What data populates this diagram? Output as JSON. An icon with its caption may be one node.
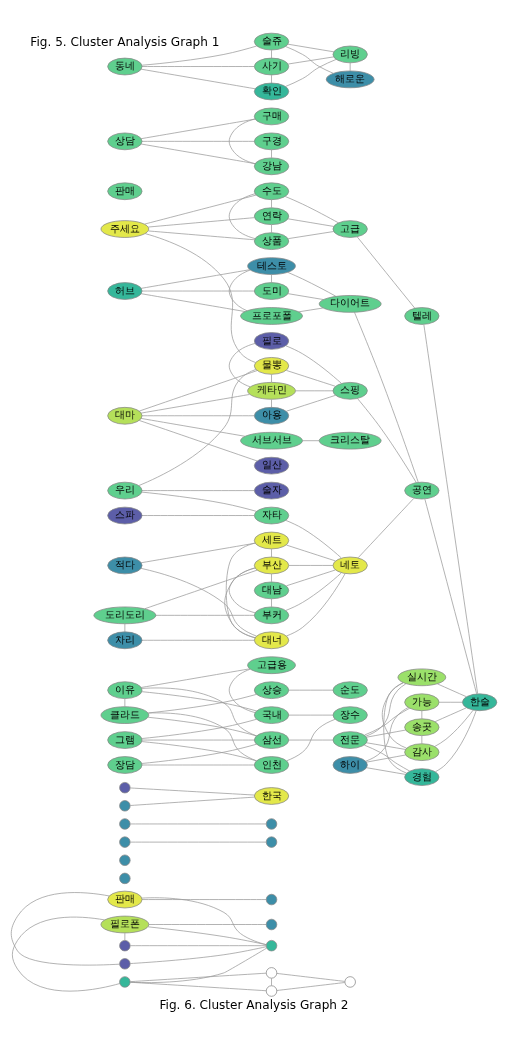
{
  "diagram": {
    "caption": "Fig. 6. Cluster Analysis Graph 2",
    "nodes": [
      {
        "text": [
          "판매"
        ]
      },
      {
        "text": [],
        "shape": "circle"
      },
      {
        "text": [],
        "shape": "circle"
      },
      {
        "text": [],
        "shape": "circle"
      },
      {
        "text": [],
        "shape": "circle"
      },
      {
        "text": [],
        "shape": "circle"
      },
      {
        "text": [],
        "shape": "circle"
      },
      {
        "text": [],
        "shape": "circle"
      },
      {
        "text": [
          "필로폰"
        ]
      },
      {
        "text": [],
        "shape": "circle"
      },
      {
        "text": [],
        "shape": "circle"
      },
      {
        "text": [],
        "shape": "circle"
      },
      {
        "text": [],
        "shape": "circle"
      },
      {
        "text": [],
        "shape": "circle"
      },
      {
        "text": [],
        "shape": "circle"
      },
      {
        "text": [],
        "shape": "circle"
      },
      {
        "text": [],
        "shape": "circle"
      },
      {
        "text": [],
        "shape": "circle"
      },
      {
        "text": [
          "한국"
        ]
      },
      {
        "text": [],
        "shape": "circle"
      },
      {
        "text": [
          "허브"
        ]
      },
      {
        "text": [
          "테스토"
        ]
      },
      {
        "text": [
          "프로포폴"
        ]
      },
      {
        "text": [
          "도미"
        ]
      },
      {
        "text": [
          "다이어트"
        ]
      },
      {
        "text": [
          "판매"
        ]
      },
      {
        "text": [
          "크리스탈"
        ]
      },
      {
        "text": [
          "수도"
        ]
      },
      {
        "text": [
          "연락"
        ]
      },
      {
        "text": [
          "일산"
        ]
      },
      {
        "text": [
          "스파"
        ]
      },
      {
        "text": [
          "서브서브"
        ]
      },
      {
        "text": [
          "주세요"
        ]
      },
      {
        "text": [
          "텔레"
        ]
      },
      {
        "text": [
          "대마"
        ]
      },
      {
        "text": [
          "상품"
        ]
      },
      {
        "text": [
          "고급"
        ]
      },
      {
        "text": [
          "필로"
        ]
      },
      {
        "text": [
          "물뽕"
        ]
      },
      {
        "text": [
          "우리"
        ]
      },
      {
        "text": [
          "술자"
        ]
      },
      {
        "text": [
          "케타민"
        ]
      },
      {
        "text": [
          "스핑"
        ]
      },
      {
        "text": [
          "아용"
        ]
      },
      {
        "text": [
          "자타"
        ]
      },
      {
        "text": [
          "공연"
        ]
      },
      {
        "text": [
          "한술"
        ]
      },
      {
        "text": [
          "전문"
        ]
      },
      {
        "text": [
          "가능"
        ]
      },
      {
        "text": [
          "실시간"
        ]
      },
      {
        "text": [
          "송곳"
        ]
      },
      {
        "text": [
          "감사"
        ]
      },
      {
        "text": [
          "경험"
        ]
      },
      {
        "text": [
          "하이"
        ]
      },
      {
        "text": [
          "상담"
        ]
      },
      {
        "text": [
          "구매"
        ]
      },
      {
        "text": [
          "구경"
        ]
      },
      {
        "text": [
          "강남"
        ]
      },
      {
        "text": [
          "그램"
        ]
      },
      {
        "text": [
          "장수"
        ]
      },
      {
        "text": [
          "국내"
        ]
      },
      {
        "text": [
          "인천"
        ]
      },
      {
        "text": [
          "장담"
        ]
      },
      {
        "text": [
          "삼선"
        ]
      },
      {
        "text": [
          "고급용"
        ]
      },
      {
        "text": [
          "이유"
        ]
      },
      {
        "text": [
          "클라드"
        ]
      },
      {
        "text": [
          "상승"
        ]
      },
      {
        "text": [
          "순도"
        ]
      },
      {
        "text": [
          "네토"
        ]
      },
      {
        "text": [
          "적다"
        ]
      },
      {
        "text": [
          "세트"
        ]
      },
      {
        "text": [
          "부산"
        ]
      },
      {
        "text": [
          "대너"
        ]
      },
      {
        "text": [
          "대남"
        ]
      },
      {
        "text": [
          "부커"
        ]
      },
      {
        "text": [
          "도리도리"
        ]
      },
      {
        "text": [
          "차리"
        ]
      },
      {
        "text": [
          "동네"
        ]
      },
      {
        "text": [
          "술쥬"
        ]
      },
      {
        "text": [
          "사기"
        ]
      },
      {
        "text": [
          "확인"
        ]
      },
      {
        "text": [
          "리빙"
        ]
      },
      {
        "text": [
          "해로운"
        ]
      }
    ],
    "edges": [
      {
        "from": 1,
        "to": 0,
        "arrow": "none"
      },
      {
        "from": 0,
        "to": 7,
        "arrow": "none"
      },
      {
        "from": 0,
        "to": 6,
        "arrow": "none"
      },
      {
        "from": 7,
        "to": 6,
        "arrow": "none"
      },
      {
        "from": 7,
        "to": 8,
        "arrow": "none"
      },
      {
        "from": 8,
        "to": 9,
        "arrow": "none"
      },
      {
        "from": 8,
        "to": 10,
        "arrow": "none"
      },
      {
        "from": 8,
        "to": 11,
        "arrow": "none"
      },
      {
        "from": 7,
        "to": 11,
        "arrow": "none"
      },
      {
        "from": 7,
        "to": 10,
        "arrow": "none"
      },
      {
        "from": 11,
        "to": 12,
        "arrow": "none"
      },
      {
        "from": 11,
        "to": 14,
        "arrow": "none"
      },
      {
        "from": 12,
        "to": 13,
        "arrow": "none"
      },
      {
        "from": 13,
        "to": 14,
        "arrow": "none"
      },
      {
        "from": 12,
        "to": 14,
        "arrow": "none"
      },
      {
        "from": 4,
        "to": 5,
        "arrow": "none"
      },
      {
        "from": 15,
        "to": 16,
        "arrow": "none"
      },
      {
        "from": 17,
        "to": 18,
        "arrow": "none"
      },
      {
        "from": 18,
        "to": 19,
        "arrow": "none"
      },
      {
        "from": 20,
        "to": 21,
        "arrow": "none"
      },
      {
        "from": 20,
        "to": 22,
        "arrow": "none"
      },
      {
        "from": 20,
        "to": 23,
        "arrow": "none"
      },
      {
        "from": 21,
        "to": 22,
        "arrow": "none"
      },
      {
        "from": 21,
        "to": 23,
        "arrow": "none"
      },
      {
        "from": 22,
        "to": 24,
        "arrow": "none"
      },
      {
        "from": 23,
        "to": 24,
        "arrow": "none"
      },
      {
        "from": 21,
        "to": 24,
        "arrow": "none"
      },
      {
        "from": 26,
        "to": 31,
        "arrow": "none"
      },
      {
        "from": 27,
        "to": 32,
        "arrow": "none"
      },
      {
        "from": 27,
        "to": 28,
        "arrow": "none"
      },
      {
        "from": 27,
        "to": 35,
        "arrow": "none"
      },
      {
        "from": 27,
        "to": 36,
        "arrow": "none"
      },
      {
        "from": 28,
        "to": 35,
        "arrow": "none"
      },
      {
        "from": 28,
        "to": 36,
        "arrow": "none"
      },
      {
        "from": 35,
        "to": 36,
        "arrow": "none"
      },
      {
        "from": 32,
        "to": 28,
        "arrow": "none"
      },
      {
        "from": 32,
        "to": 35,
        "arrow": "none"
      },
      {
        "from": 29,
        "to": 34,
        "arrow": "none"
      },
      {
        "from": 30,
        "to": 44,
        "arrow": "none"
      },
      {
        "from": 24,
        "to": 45,
        "arrow": "none"
      },
      {
        "from": 31,
        "to": 34,
        "arrow": "none"
      },
      {
        "from": 32,
        "to": 38,
        "arrow": "none"
      },
      {
        "from": 33,
        "to": 36,
        "arrow": "none"
      },
      {
        "from": 33,
        "to": 46,
        "arrow": "none"
      },
      {
        "from": 34,
        "to": 41,
        "arrow": "none"
      },
      {
        "from": 34,
        "to": 43,
        "arrow": "none"
      },
      {
        "from": 34,
        "to": 38,
        "arrow": "none"
      },
      {
        "from": 37,
        "to": 41,
        "arrow": "none"
      },
      {
        "from": 37,
        "to": 42,
        "arrow": "none"
      },
      {
        "from": 38,
        "to": 41,
        "arrow": "none"
      },
      {
        "from": 38,
        "to": 39,
        "arrow": "none"
      },
      {
        "from": 38,
        "to": 42,
        "arrow": "none"
      },
      {
        "from": 39,
        "to": 40,
        "arrow": "none"
      },
      {
        "from": 39,
        "to": 44,
        "arrow": "none"
      },
      {
        "from": 41,
        "to": 42,
        "arrow": "none"
      },
      {
        "from": 41,
        "to": 43,
        "arrow": "none"
      },
      {
        "from": 42,
        "to": 43,
        "arrow": "none"
      },
      {
        "from": 42,
        "to": 45,
        "arrow": "none"
      },
      {
        "from": 44,
        "to": 69,
        "arrow": "none"
      },
      {
        "from": 45,
        "to": 69,
        "arrow": "none"
      },
      {
        "from": 45,
        "to": 46,
        "arrow": "none"
      },
      {
        "from": 46,
        "to": 48,
        "arrow": "none"
      },
      {
        "from": 46,
        "to": 49,
        "arrow": "none"
      },
      {
        "from": 46,
        "to": 50,
        "arrow": "none"
      },
      {
        "from": 46,
        "to": 51,
        "arrow": "none"
      },
      {
        "from": 46,
        "to": 52,
        "arrow": "none"
      },
      {
        "from": 47,
        "to": 48,
        "arrow": "none"
      },
      {
        "from": 47,
        "to": 49,
        "arrow": "none"
      },
      {
        "from": 47,
        "to": 50,
        "arrow": "none"
      },
      {
        "from": 47,
        "to": 51,
        "arrow": "none"
      },
      {
        "from": 47,
        "to": 52,
        "arrow": "none"
      },
      {
        "from": 47,
        "to": 63,
        "arrow": "none"
      },
      {
        "from": 48,
        "to": 50,
        "arrow": "none"
      },
      {
        "from": 49,
        "to": 51,
        "arrow": "none"
      },
      {
        "from": 50,
        "to": 51,
        "arrow": "none"
      },
      {
        "from": 51,
        "to": 53,
        "arrow": "none"
      },
      {
        "from": 52,
        "to": 53,
        "arrow": "none"
      },
      {
        "from": 49,
        "to": 52,
        "arrow": "none"
      },
      {
        "from": 48,
        "to": 53,
        "arrow": "none"
      },
      {
        "from": 54,
        "to": 55,
        "arrow": "none"
      },
      {
        "from": 54,
        "to": 56,
        "arrow": "none"
      },
      {
        "from": 54,
        "to": 57,
        "arrow": "none"
      },
      {
        "from": 55,
        "to": 57,
        "arrow": "none"
      },
      {
        "from": 56,
        "to": 57,
        "arrow": "none"
      },
      {
        "from": 58,
        "to": 60,
        "arrow": "none"
      },
      {
        "from": 58,
        "to": 61,
        "arrow": "none"
      },
      {
        "from": 58,
        "to": 63,
        "arrow": "none"
      },
      {
        "from": 59,
        "to": 60,
        "arrow": "none"
      },
      {
        "from": 59,
        "to": 61,
        "arrow": "none"
      },
      {
        "from": 60,
        "to": 65,
        "arrow": "none"
      },
      {
        "from": 61,
        "to": 62,
        "arrow": "none"
      },
      {
        "from": 62,
        "to": 63,
        "arrow": "none"
      },
      {
        "from": 64,
        "to": 65,
        "arrow": "none"
      },
      {
        "from": 65,
        "to": 66,
        "arrow": "none"
      },
      {
        "from": 66,
        "to": 67,
        "arrow": "none"
      },
      {
        "from": 67,
        "to": 68,
        "arrow": "none"
      },
      {
        "from": 60,
        "to": 64,
        "arrow": "none"
      },
      {
        "from": 61,
        "to": 66,
        "arrow": "none"
      },
      {
        "from": 63,
        "to": 65,
        "arrow": "none"
      },
      {
        "from": 63,
        "to": 66,
        "arrow": "none"
      },
      {
        "from": 69,
        "to": 71,
        "arrow": "none"
      },
      {
        "from": 69,
        "to": 72,
        "arrow": "none"
      },
      {
        "from": 69,
        "to": 73,
        "arrow": "none"
      },
      {
        "from": 69,
        "to": 74,
        "arrow": "none"
      },
      {
        "from": 69,
        "to": 75,
        "arrow": "none"
      },
      {
        "from": 70,
        "to": 71,
        "arrow": "none"
      },
      {
        "from": 70,
        "to": 73,
        "arrow": "none"
      },
      {
        "from": 71,
        "to": 72,
        "arrow": "none"
      },
      {
        "from": 71,
        "to": 73,
        "arrow": "none"
      },
      {
        "from": 72,
        "to": 73,
        "arrow": "none"
      },
      {
        "from": 72,
        "to": 74,
        "arrow": "none"
      },
      {
        "from": 72,
        "to": 75,
        "arrow": "none"
      },
      {
        "from": 73,
        "to": 77,
        "arrow": "none"
      },
      {
        "from": 74,
        "to": 75,
        "arrow": "none"
      },
      {
        "from": 75,
        "to": 76,
        "arrow": "none"
      },
      {
        "from": 76,
        "to": 77,
        "arrow": "none"
      },
      {
        "from": 72,
        "to": 76,
        "arrow": "none"
      },
      {
        "from": 78,
        "to": 79,
        "arrow": "none"
      },
      {
        "from": 78,
        "to": 80,
        "arrow": "none"
      },
      {
        "from": 78,
        "to": 81,
        "arrow": "none"
      },
      {
        "from": 79,
        "to": 80,
        "arrow": "none"
      },
      {
        "from": 79,
        "to": 82,
        "arrow": "none"
      },
      {
        "from": 79,
        "to": 83,
        "arrow": "none"
      },
      {
        "from": 80,
        "to": 81,
        "arrow": "none"
      },
      {
        "from": 80,
        "to": 82,
        "arrow": "none"
      },
      {
        "from": 81,
        "to": 82,
        "arrow": "none"
      },
      {
        "from": 82,
        "to": 83,
        "arrow": "none"
      }
    ],
    "labels": [
      "Fig. 5. Cluster Analysis Graph 1"
    ]
  }
}
